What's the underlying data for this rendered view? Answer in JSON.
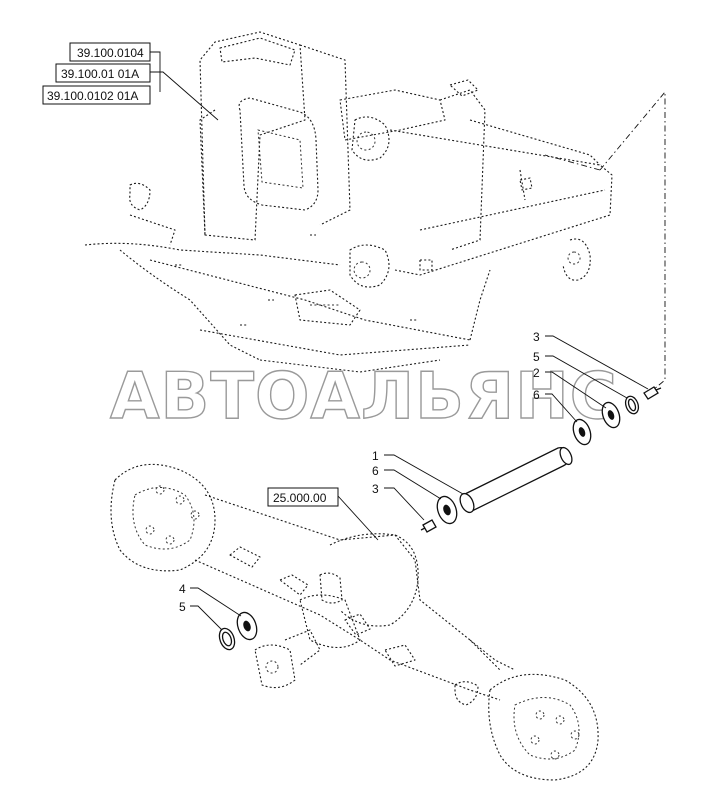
{
  "references": [
    {
      "id": "ref-frame-1",
      "label": "39.100.0104"
    },
    {
      "id": "ref-frame-2",
      "label": "39.100.01 01A"
    },
    {
      "id": "ref-frame-3",
      "label": "39.100.0102 01A"
    },
    {
      "id": "ref-axle",
      "label": "25.000.00"
    }
  ],
  "callouts": {
    "upper_3": "3",
    "upper_5": "5",
    "upper_2": "2",
    "upper_6": "6",
    "mid_1": "1",
    "mid_6": "6",
    "mid_3": "3",
    "lower_4": "4",
    "lower_5": "5"
  },
  "watermark": "АВТОАЛЬЯНС"
}
